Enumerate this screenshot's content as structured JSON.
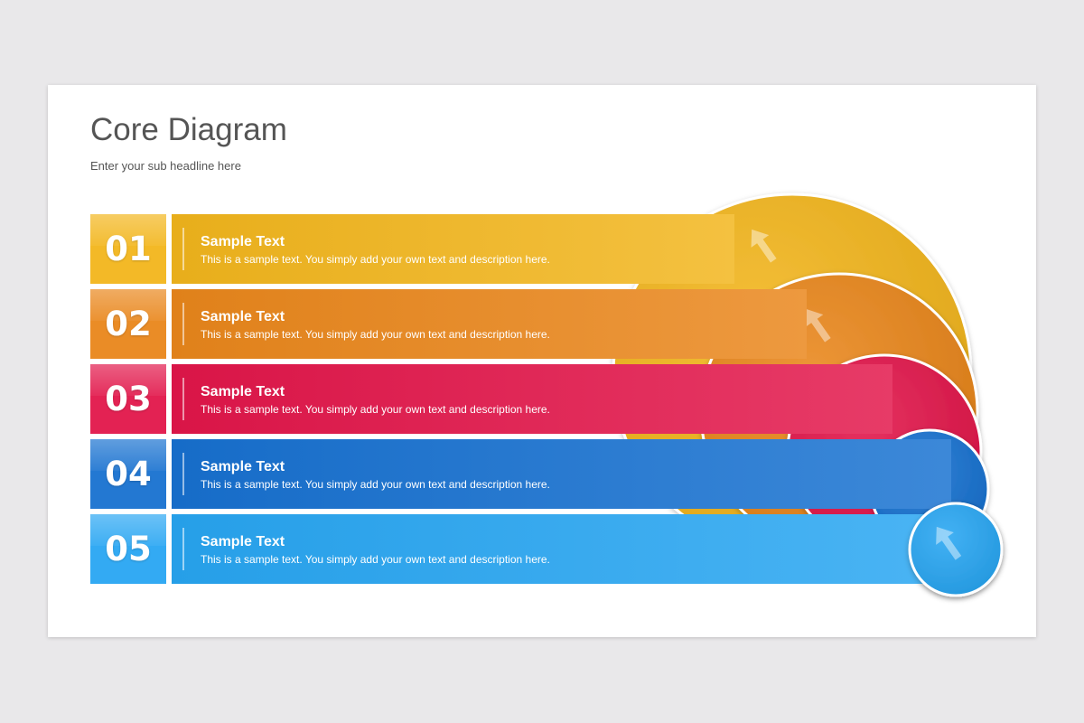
{
  "title": "Core Diagram",
  "subtitle": "Enter your sub headline here",
  "items": [
    {
      "number": "01",
      "heading": "Sample Text",
      "description": "This is a sample text. You simply add your own text and description here.",
      "color": "#F2B51C"
    },
    {
      "number": "02",
      "heading": "Sample Text",
      "description": "This is a sample text. You simply add your own text and description here.",
      "color": "#E9861B"
    },
    {
      "number": "03",
      "heading": "Sample Text",
      "description": "This is a sample text. You simply add your own text and description here.",
      "color": "#E2164A"
    },
    {
      "number": "04",
      "heading": "Sample Text",
      "description": "This is a sample text. You simply add your own text and description here.",
      "color": "#1771D0"
    },
    {
      "number": "05",
      "heading": "Sample Text",
      "description": "This is a sample text. You simply add your own text and description here.",
      "color": "#28A6F2"
    }
  ],
  "icons": [
    "arrow-up-icon"
  ]
}
